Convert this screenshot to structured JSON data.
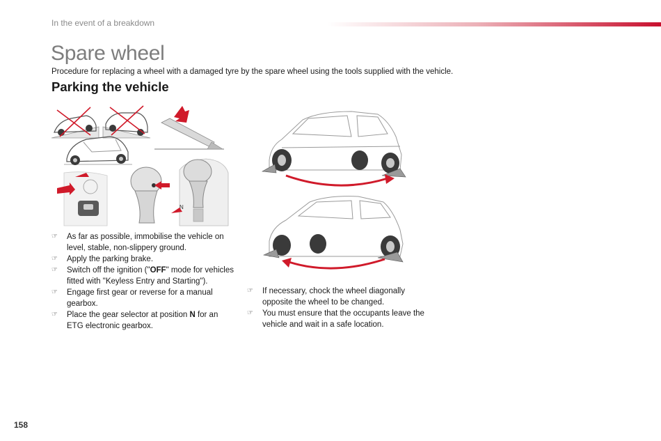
{
  "header": {
    "section": "In the event of a breakdown"
  },
  "title": "Spare wheel",
  "intro": "Procedure for replacing a wheel with a damaged tyre by the spare wheel using the tools supplied with the vehicle.",
  "subheading": "Parking the vehicle",
  "bullet_icon": "pointing-hand-icon",
  "left_list": [
    {
      "segments": [
        {
          "text": "As far as possible, immobilise the vehicle on level, stable, non-slippery ground."
        }
      ]
    },
    {
      "segments": [
        {
          "text": "Apply the parking brake."
        }
      ]
    },
    {
      "segments": [
        {
          "text": "Switch off the ignition (\""
        },
        {
          "text": "OFF",
          "bold": true
        },
        {
          "text": "\" mode for vehicles fitted with \"Keyless Entry and Starting\")."
        }
      ]
    },
    {
      "segments": [
        {
          "text": "Engage first gear or reverse for a manual gearbox."
        }
      ]
    },
    {
      "segments": [
        {
          "text": "Place the gear selector at position "
        },
        {
          "text": "N",
          "bold": true
        },
        {
          "text": " for an ETG electronic gearbox."
        }
      ]
    }
  ],
  "right_list": [
    {
      "segments": [
        {
          "text": "If necessary, chock the wheel diagonally opposite the wheel to be changed."
        }
      ]
    },
    {
      "segments": [
        {
          "text": "You must ensure that the occupants leave the vehicle and wait in a safe location."
        }
      ]
    }
  ],
  "illustrations": {
    "gear_label": "N",
    "accent_color": "#d01a2a"
  },
  "page_number": "158"
}
